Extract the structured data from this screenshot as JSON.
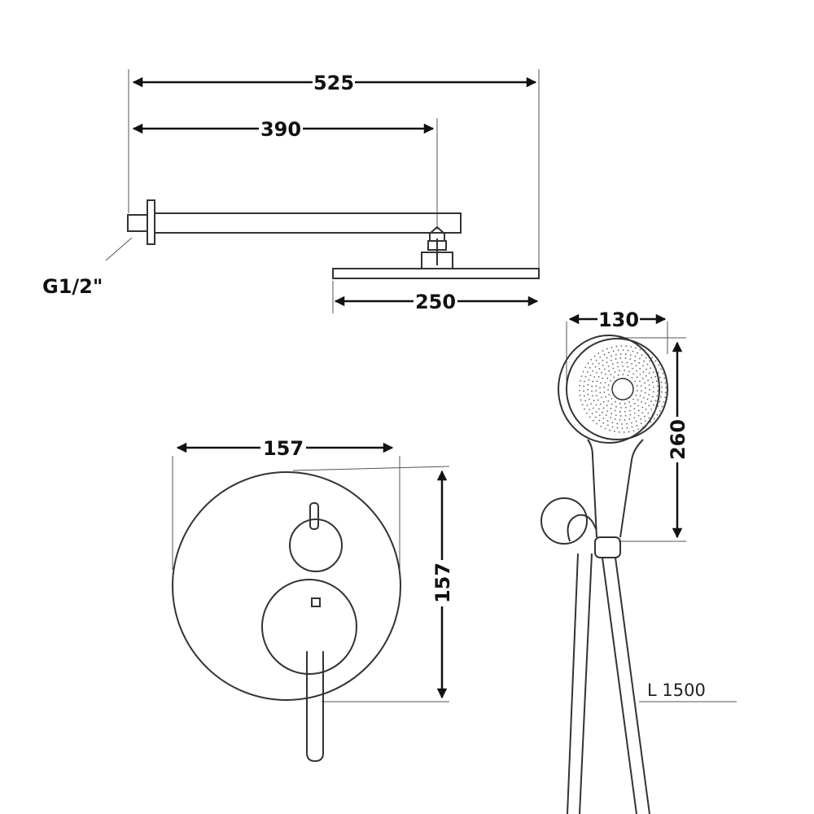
{
  "dimensions": {
    "arm_total": "525",
    "arm_reach": "390",
    "head_width": "250",
    "thread": "G1/2\"",
    "handshower_width": "130",
    "handshower_length": "260",
    "valve_width": "157",
    "valve_height": "157",
    "hose_length": "L 1500"
  },
  "colors": {
    "line": "#333333",
    "background": "#ffffff"
  }
}
